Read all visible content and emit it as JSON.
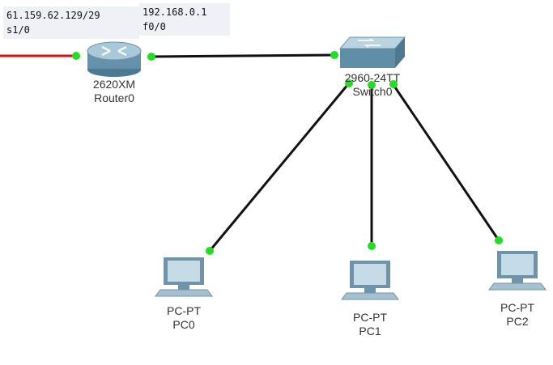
{
  "router": {
    "model": "2620XM",
    "name": "Router0",
    "serial": {
      "ip": "61.159.62.129/29",
      "iface": "s1/0"
    },
    "lan": {
      "ip": "192.168.0.1",
      "iface": "f0/0"
    }
  },
  "switch": {
    "model": "2960-24TT",
    "name": "Switch0"
  },
  "pcs": [
    {
      "model": "PC-PT",
      "name": "PC0"
    },
    {
      "model": "PC-PT",
      "name": "PC1"
    },
    {
      "model": "PC-PT",
      "name": "PC2"
    }
  ],
  "colors": {
    "serial_link": "#dd1111",
    "ethernet_link": "#111111",
    "link_up": "#22dd22"
  }
}
